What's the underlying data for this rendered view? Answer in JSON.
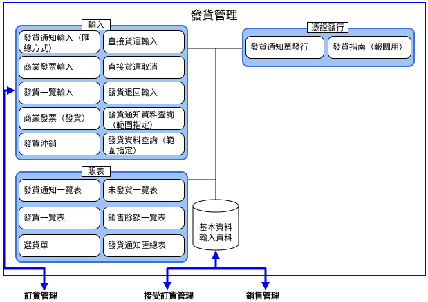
{
  "title": "發貨管理",
  "input_group": {
    "title": "輸入",
    "buttons": [
      "發貨通知輸入（匯總方式）",
      "直接貨運輸入",
      "商業發票輸入",
      "直接貨運取消",
      "發貨一覽輸入",
      "發貨退回輸入",
      "商業發票（發貨）",
      "發貨通知資料查詢（範圍指定）",
      "發貨沖銷",
      "發貨資料查詢（範圍指定）"
    ]
  },
  "report_group": {
    "title": "賬表",
    "buttons": [
      "發貨通知一覽表",
      "未發貨一覽表",
      "發貨一覽表",
      "銷售餘額一覽表",
      "選貨單",
      "發貨通知匯總表"
    ]
  },
  "voucher_group": {
    "title": "憑證發行",
    "buttons": [
      "發貨通知單發行",
      "發貨指南（報關用）"
    ]
  },
  "database": {
    "line1": "基本資料",
    "line2": "輸入資料"
  },
  "external": [
    "訂貨管理",
    "接受訂貨管理",
    "銷售管理"
  ],
  "colors": {
    "frame": "#0000ee",
    "group_fill": "#9ec4f6",
    "group_border": "#3f6fd8",
    "arrow": "#0000ee"
  }
}
